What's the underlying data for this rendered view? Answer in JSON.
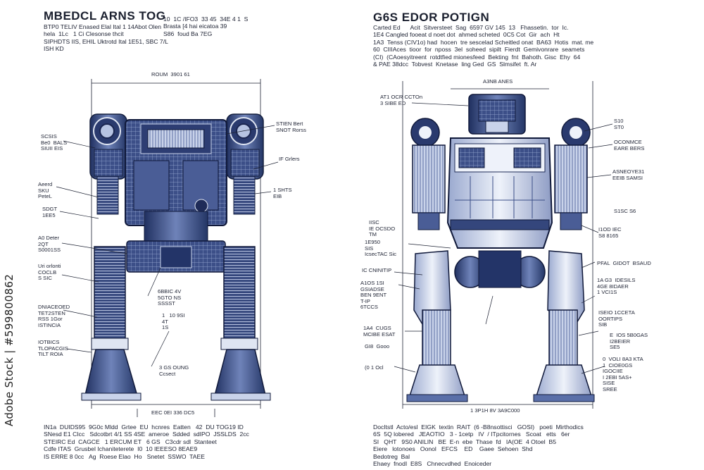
{
  "left_panel": {
    "title": "MBEDCL ARNS TOG",
    "header_lines": [
      "BTP0 TELIV Enased Elal Ital 1 14Abot Olen",
      "hela  1Lc   1 Ci Clesonse thcit",
      "SIPHDTS IIS, EHIL Uktrotd Ital 1E51, SBC 7/L",
      "ISH KD"
    ],
    "header_right": [
      "10  1C /IFO3  33 45  34E 4 1  S",
      "Brasta [4 hai eicatoa 39",
      "S86  foud Ba 7EG"
    ],
    "top_dim": "ROUM  3901 61",
    "bottom_dim": "EEC 0EI 336 DC5",
    "callouts": [
      "SCSIS\nBe0  BALS\nSIUII EIS",
      "Aeerd\nSKU\nPeteL",
      "SDGT\n1EE5",
      "A0 Deter\n2QT\nS0001SS",
      "Uri orlonti\nCOCLB\nS SIC",
      "DNIACEOED\nTET2STEN\nRSS 1Gor\nISTINCIA",
      "IOTBICS\nTLOPACGIS\nTILT ROIA",
      "6BBIC 4V\n5GTO NS\nSSSST",
      "1   10 9SI\n4T \n1S",
      "3 GS OUNG\nCcsect",
      "STIEN Bert\nSNOT Rorss",
      "IF Grlers",
      "1 SHTS\nEIB"
    ],
    "footer_lines": [
      "IN1a  DUIDS95  9G0c Mldd  Grtee  EU  hcnres  Eatten   42  DU TOG19 ID",
      "SNesd E1 CIcc   Sdcotbrt 4/1 SS 4SE  ameroe  Sdded  sdIPO  JSSLDS  2cc",
      "STEIRC Ed  CAGCE   1 ERCUM ET   6 GS   C3cdr sdl  Stanteet",
      "Cdfe ITAS  Grusbel Ichaniteterete  I0  10 IEEESO 8EAE9",
      "IS ERRE 8 0cc   Ag  Roese Elao  Ho   Snetet  SSWO  TAEE"
    ]
  },
  "right_panel": {
    "title": "G6S EDOR POTIGN",
    "header_lines": [
      "Carted Ed      Acit  Sitversteet  Sag  6597 GV 145  13   Fhassetin.  tor  Ic.",
      "1E4 Cangled fooeat d noet dot  ahmed scheted  0C5 Cot  Gir  ach  Ht",
      "1A3  Tenss (CIV1o) had  hocen  tre sescelad Scheitled onat  BA63  Hotis  mat. me",
      "60  CIIIAces  tioor  for  nposs  3el  soheed  sipilt  Fierdt  Gemivonrare  seamets",
      "(CI)  (CAoesyitreent  rotdtfied mionesfeed  Bekting  fnt  Bahoth. Gisc  Ehy  64",
      "& PAE 38dcc  Tobvest  Knetase  ling Ged  GS  Slmsifet  ft. Ar"
    ],
    "top_dim": "A3NB ANES",
    "bottom_dim": "1 3P1H 8V 3A9C000",
    "callouts": [
      "AT1 OCR CCTOn\n3 SIBE ED",
      "S10\nST0",
      "OCONMCE\nEARE BERS",
      "ASNEOYE31\nEEIB SAMSI",
      "S1SC S6",
      "I1OD IEC\nS8 8165",
      "1E950\nSIS\nIcsecTAC Sic",
      "IISC\nIE OCSDO\nTM",
      "IC CNINITIP",
      "A1OS 1SI\nGSIADSE\nBEN 9ENT\nT-IP\n6TCCS",
      "1A4  CUGS\nMCIBE ESAT",
      "GI8  Gooo",
      "(0 1 Ocl",
      "PFAL  GIDOT  BSAUD",
      "1A G3  IDESILS\n4GE 8IDAER\n1 VCI1S",
      "ISEIO 1CCETA\nOORTIPS\nSIB",
      "E  IOS 5B0GAS\nI2BEIER\nSE5",
      "0  VOLI 8A3 KTA\n1  CIOE0GS\nIGOCIIE\nI 2EBI 5AS+\nSISE\nSREE"
    ],
    "footer_lines": [
      "DocItstl  Acto/esl  EIGK  textin  RAIT  (6 -B8nsottisci   GOSI)   poeti  Mirthodics",
      "6S  5Q lobered   JEAOTIO   3 - 1cetp   IV  / ITpcitornes   Scoat   etts   6er",
      "SI   QHT   9S0 ANILIN   BE  E-n  ebe  Thase  fd   IA(OE  4 Otoel  B5",
      "Eiere   lotonoes   Oonol   EFCS    ED    Gaee  Sehoen  Shd",
      "Bedotreg  Bal",
      "Ehaey  fnodI  E8S   Chnecvdhed  Enoiceder"
    ]
  },
  "watermark": {
    "text": "Adobe Stock | #599800862"
  },
  "colors": {
    "background": "#ffffff",
    "ink": "#1d2233",
    "steel_dark": "#2c3a6b",
    "steel_mid": "#5a6fa8",
    "steel_light": "#a9b6d8",
    "steel_pale": "#dfe5f2"
  }
}
